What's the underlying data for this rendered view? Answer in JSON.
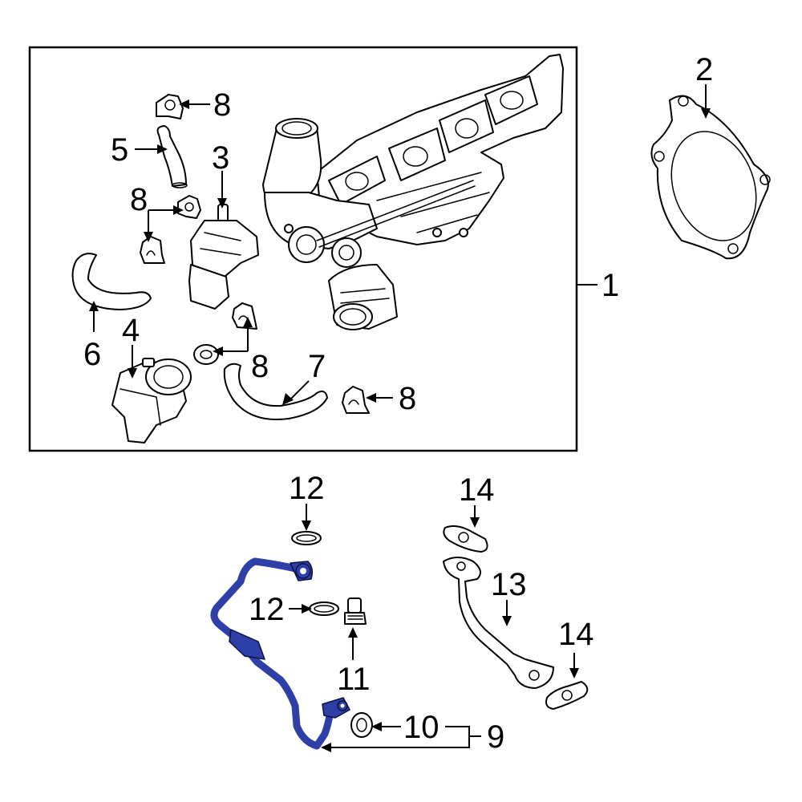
{
  "callouts": {
    "c1": "1",
    "c2": "2",
    "c3": "3",
    "c4": "4",
    "c5": "5",
    "c6": "6",
    "c7": "7",
    "c8a": "8",
    "c8b": "8",
    "c8c": "8",
    "c8d": "8",
    "c9": "9",
    "c10": "10",
    "c11": "11",
    "c12a": "12",
    "c12b": "12",
    "c13": "13",
    "c14a": "14",
    "c14b": "14"
  },
  "colors": {
    "highlight": "#2e3fa8",
    "line": "#000000",
    "background": "#ffffff"
  }
}
